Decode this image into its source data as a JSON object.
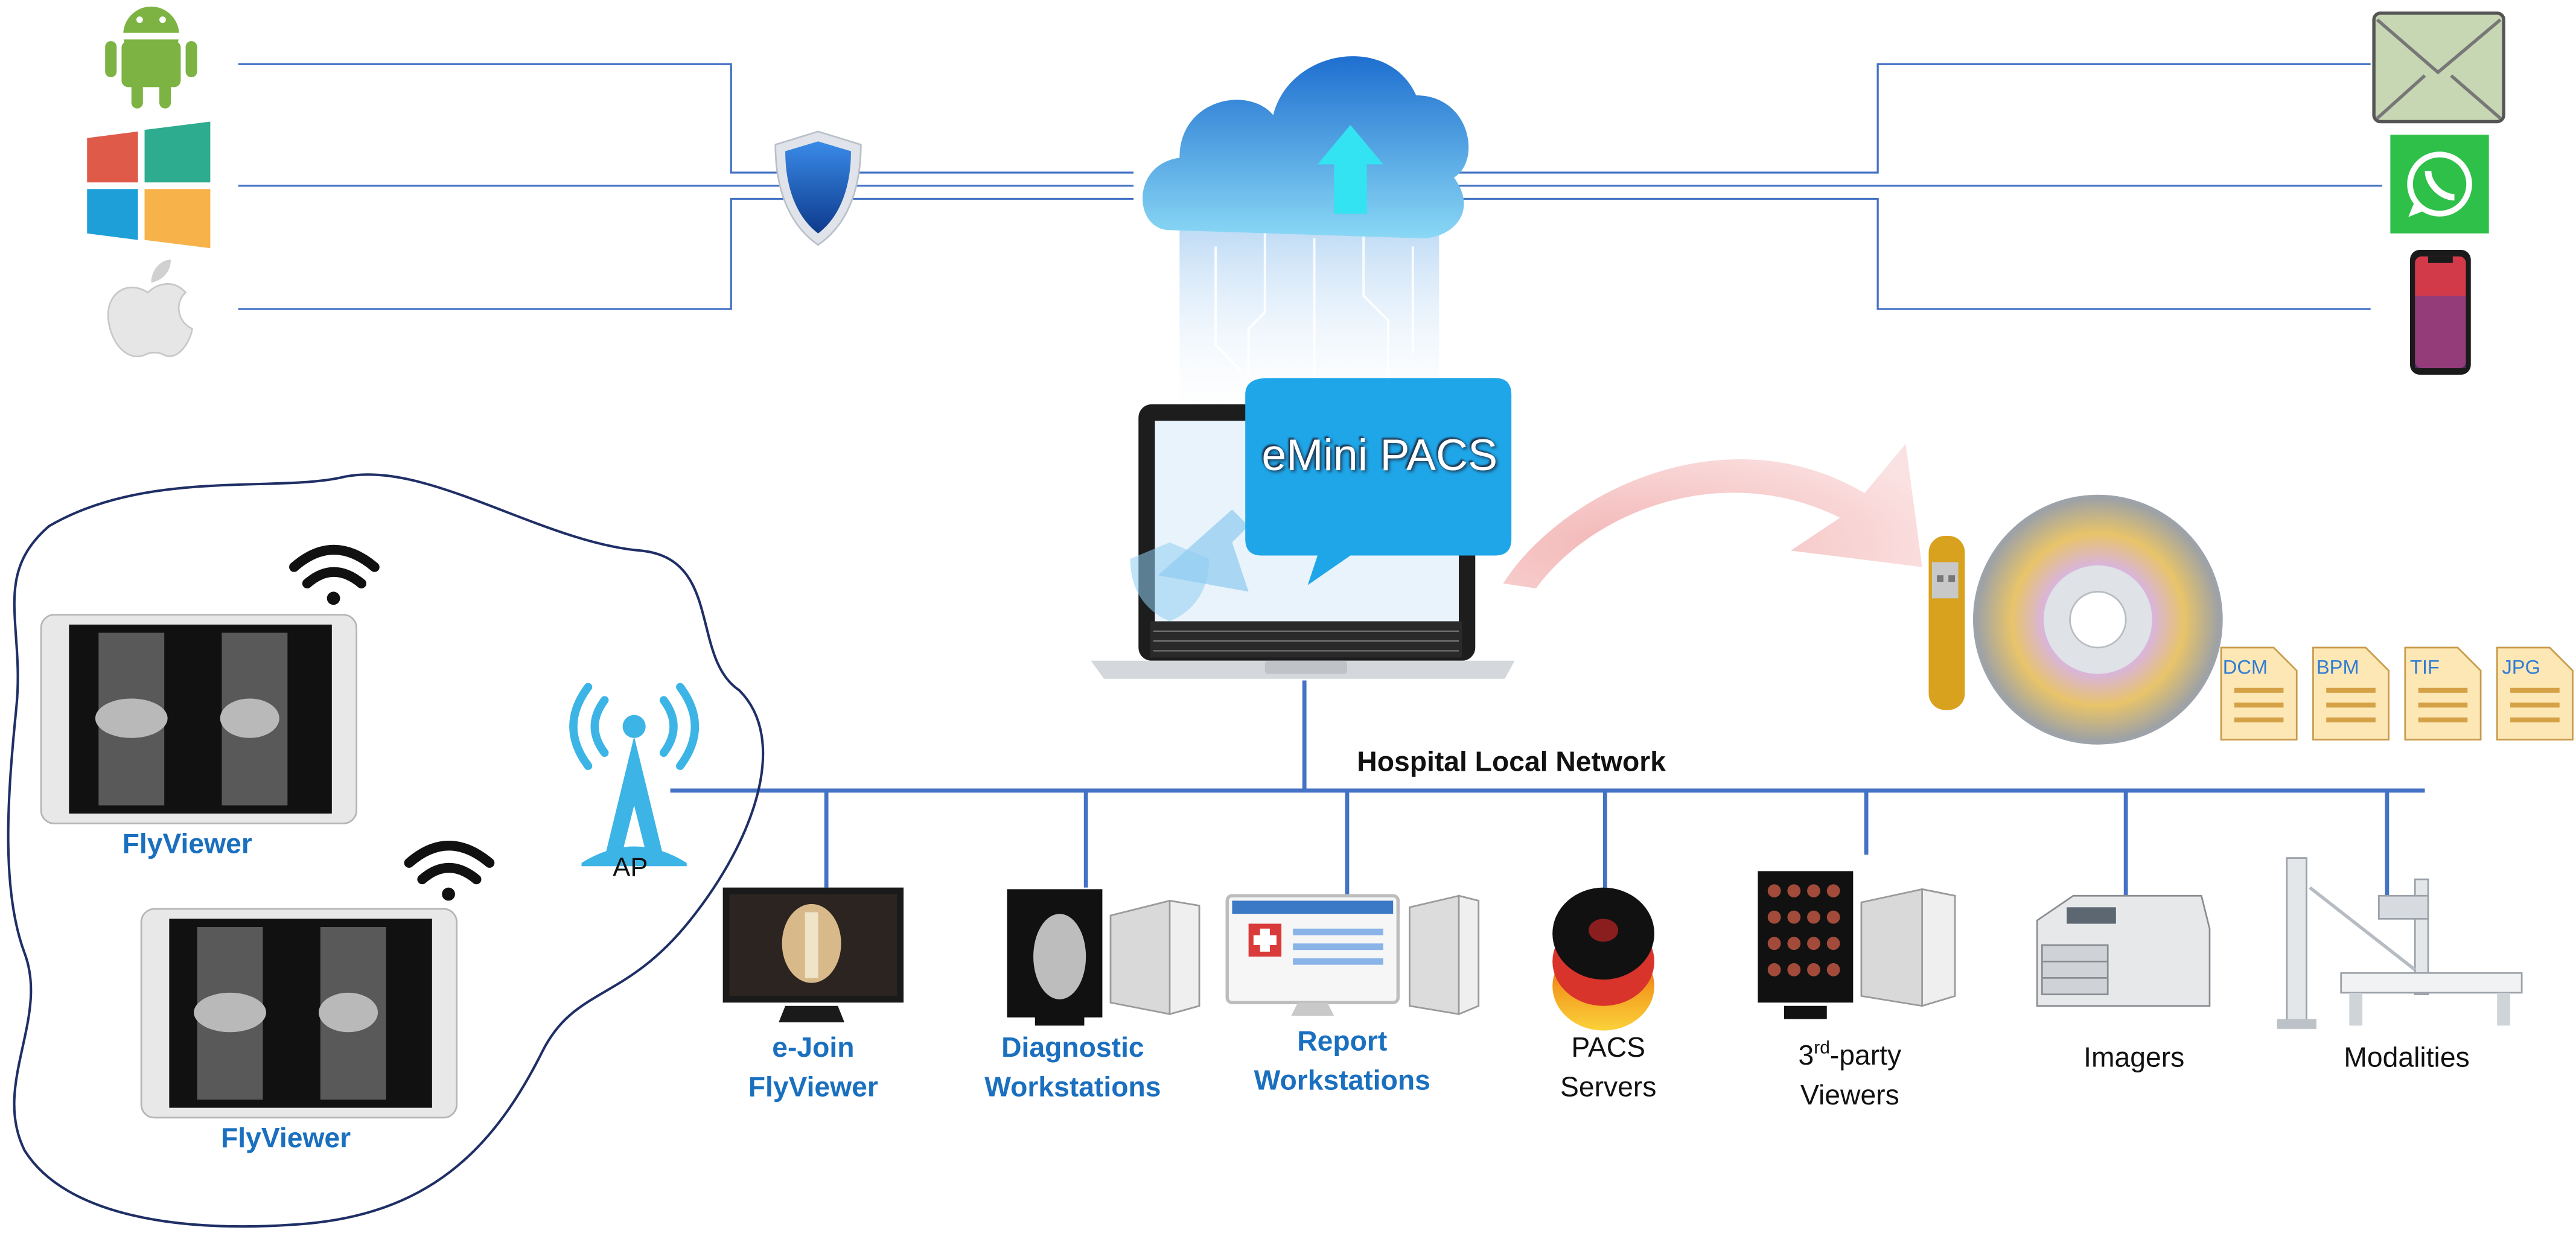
{
  "center": {
    "title": "eMini PACS"
  },
  "network": {
    "label": "Hospital Local Network"
  },
  "ap": {
    "label": "AP"
  },
  "tablets": [
    {
      "label": "FlyViewer"
    },
    {
      "label": "FlyViewer"
    }
  ],
  "devices": [
    {
      "line1": "e-Join",
      "line2": "FlyViewer"
    },
    {
      "line1": "Diagnostic",
      "line2": "Workstations"
    },
    {
      "line1": "Report",
      "line2": "Workstations"
    },
    {
      "line1": "PACS",
      "line2": "Servers"
    },
    {
      "line1_pre": "3",
      "line1_sup": "rd",
      "line1_post": "-party",
      "line2": "Viewers"
    },
    {
      "line1": "Imagers"
    },
    {
      "line1": "Modalities"
    }
  ],
  "file_formats": [
    "DCM",
    "BPM",
    "TIF",
    "JPG"
  ],
  "platform_icons": [
    "android-icon",
    "windows-icon",
    "apple-icon"
  ],
  "share_icons": [
    "email-icon",
    "whatsapp-icon",
    "iphone-icon"
  ],
  "colors": {
    "network_line": "#4472c4",
    "label_blue": "#1a6fbf",
    "pacs_bubble": "#1fa6e8",
    "ap_icon": "#3cb4e5"
  }
}
